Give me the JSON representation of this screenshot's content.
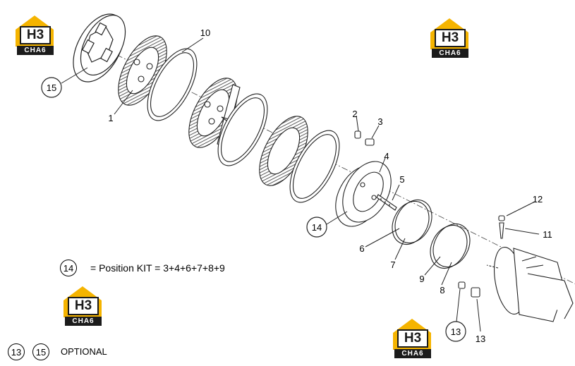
{
  "callouts": {
    "c1": "1",
    "c2": "2",
    "c3": "3",
    "c4": "4",
    "c5": "5",
    "c6": "6",
    "c7": "7",
    "c8": "8",
    "c9": "9",
    "c10": "10",
    "c11": "11",
    "c12": "12",
    "c13a": "13",
    "c13b": "13",
    "c14": "14",
    "c15": "15"
  },
  "legend": {
    "kit_number": "14",
    "kit_text": "= Position KIT = 3+4+6+7+8+9",
    "optional_a": "13",
    "optional_b": "15",
    "optional_text": "OPTIONAL"
  },
  "watermark": {
    "mark": "H3",
    "text": "CHA6",
    "color_yellow": "#f5b400",
    "color_dark": "#1b1b1b"
  }
}
